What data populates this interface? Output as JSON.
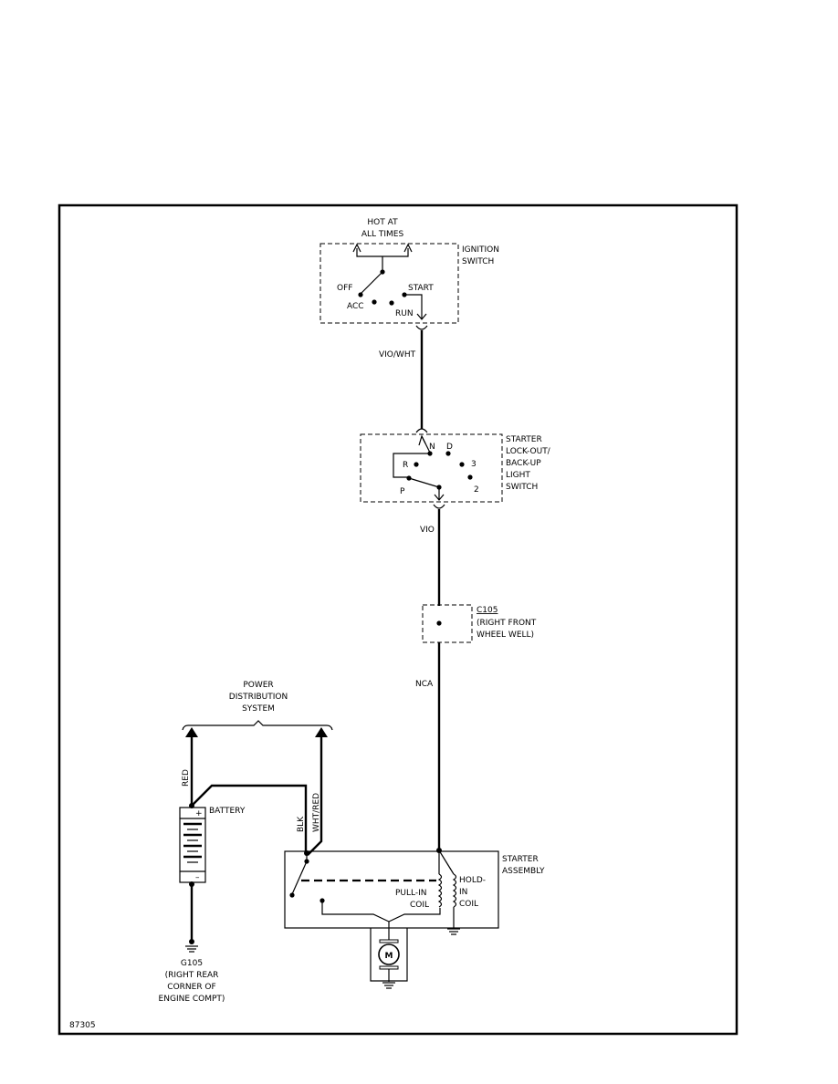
{
  "figure_id": "87305",
  "ignition_switch": {
    "supply_label_1": "HOT AT",
    "supply_label_2": "ALL TIMES",
    "name_1": "IGNITION",
    "name_2": "SWITCH",
    "positions": {
      "off": "OFF",
      "acc": "ACC",
      "run": "RUN",
      "start": "START"
    }
  },
  "wire_ign_to_lockout": "VIO/WHT",
  "lockout_switch": {
    "name_lines": [
      "STARTER",
      "LOCK-OUT/",
      "BACK-UP",
      "LIGHT",
      "SWITCH"
    ],
    "positions": {
      "n": "N",
      "d": "D",
      "r": "R",
      "three": "3",
      "p": "P",
      "two": "2"
    }
  },
  "wire_lockout_to_c105": "VIO",
  "connector_c105": {
    "name": "C105",
    "location_1": "(RIGHT FRONT",
    "location_2": "WHEEL WELL)"
  },
  "wire_c105_to_starter": "NCA",
  "power_distribution": {
    "line_1": "POWER",
    "line_2": "DISTRIBUTION",
    "line_3": "SYSTEM"
  },
  "wire_red": "RED",
  "wire_blk": "BLK",
  "wire_wht_red": "WHT/RED",
  "battery": {
    "name": "BATTERY",
    "plus": "+",
    "minus": "–"
  },
  "ground_g105": {
    "name": "G105",
    "location_1": "(RIGHT REAR",
    "location_2": "CORNER OF",
    "location_3": "ENGINE COMPT)"
  },
  "starter_assembly": {
    "name_1": "STARTER",
    "name_2": "ASSEMBLY",
    "pull_in_1": "PULL-IN",
    "pull_in_2": "COIL",
    "hold_in_1": "HOLD-",
    "hold_in_2": "IN",
    "hold_in_3": "COIL",
    "motor": "M"
  }
}
